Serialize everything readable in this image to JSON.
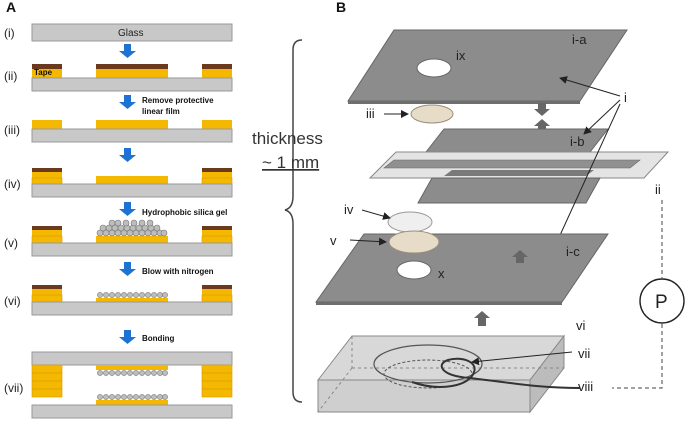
{
  "panel_a": {
    "label": "A",
    "glass_label": "Glass",
    "tape_label": "Tape",
    "steps": [
      "(i)",
      "(ii)",
      "(iii)",
      "(iv)",
      "(v)",
      "(vi)",
      "(vii)"
    ],
    "annotations": [
      "Remove protective",
      "linear film",
      "Hydrophobic silica gel",
      "Blow with nitrogen",
      "Bonding"
    ]
  },
  "panel_b": {
    "label": "B",
    "thickness_line1": "thickness",
    "thickness_line2": "~ 1 mm",
    "labels": {
      "i_a": "i-a",
      "i_b": "i-b",
      "i_c": "i-c",
      "i": "i",
      "ii": "ii",
      "iii": "iii",
      "iv": "iv",
      "v": "v",
      "vi": "vi",
      "vii": "vii",
      "viii": "viii",
      "ix": "ix",
      "x": "x",
      "p": "P"
    }
  },
  "colors": {
    "glass": "#c8c8c8",
    "tape": "#f5b800",
    "film": "#6b3a1e",
    "arrow": "#1e73d2",
    "plate": "#8c8c8c",
    "plate_light": "#d8d8d8"
  }
}
